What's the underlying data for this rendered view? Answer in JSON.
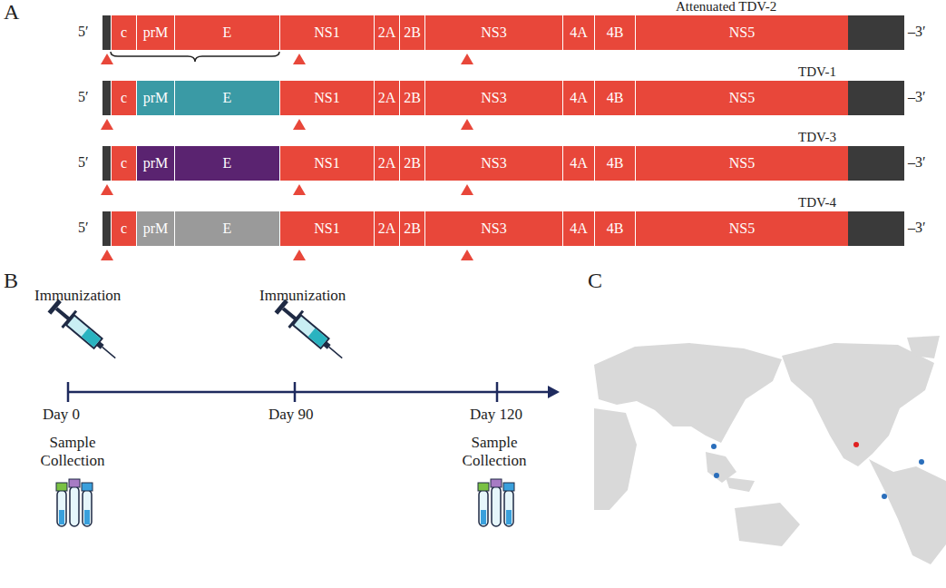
{
  "diagram": {
    "nodes": [
      {
        "text": [
          "Attenuated TDV-2"
        ]
      },
      {
        "text": [
          "c"
        ],
        "in": 0
      },
      {
        "text": [
          "prM"
        ],
        "in": 0
      },
      {
        "text": [
          "E"
        ],
        "in": 0
      },
      {
        "text": [
          "NS1"
        ],
        "in": 0
      },
      {
        "text": [
          "2A"
        ],
        "in": 0
      },
      {
        "text": [
          "2B"
        ],
        "in": 0
      },
      {
        "text": [
          "NS3"
        ],
        "in": 0
      },
      {
        "text": [
          "4A"
        ],
        "in": 0
      },
      {
        "text": [
          "4B"
        ],
        "in": 0
      },
      {
        "text": [
          "NS5"
        ],
        "in": 0
      },
      {
        "text": [
          "TDV-1"
        ]
      },
      {
        "text": [
          "c"
        ],
        "in": 11
      },
      {
        "text": [
          "prM"
        ],
        "in": 11
      },
      {
        "text": [
          "E"
        ],
        "in": 11
      },
      {
        "text": [
          "NS1"
        ],
        "in": 11
      },
      {
        "text": [
          "2A"
        ],
        "in": 11
      },
      {
        "text": [
          "2B"
        ],
        "in": 11
      },
      {
        "text": [
          "NS3"
        ],
        "in": 11
      },
      {
        "text": [
          "4A"
        ],
        "in": 11
      },
      {
        "text": [
          "4B"
        ],
        "in": 11
      },
      {
        "text": [
          "NS5"
        ],
        "in": 11
      },
      {
        "text": [
          "TDV-3"
        ]
      },
      {
        "text": [
          "c"
        ],
        "in": 22
      },
      {
        "text": [
          "prM"
        ],
        "in": 22
      },
      {
        "text": [
          "E"
        ],
        "in": 22
      },
      {
        "text": [
          "NS1"
        ],
        "in": 22
      },
      {
        "text": [
          "2A"
        ],
        "in": 22
      },
      {
        "text": [
          "2B"
        ],
        "in": 22
      },
      {
        "text": [
          "NS3"
        ],
        "in": 22
      },
      {
        "text": [
          "4A"
        ],
        "in": 22
      },
      {
        "text": [
          "4B"
        ],
        "in": 22
      },
      {
        "text": [
          "NS5"
        ],
        "in": 22
      },
      {
        "text": [
          "TDV-4"
        ]
      },
      {
        "text": [
          "c"
        ],
        "in": 33
      },
      {
        "text": [
          "prM"
        ],
        "in": 33
      },
      {
        "text": [
          "E"
        ],
        "in": 33
      },
      {
        "text": [
          "NS1"
        ],
        "in": 33
      },
      {
        "text": [
          "2A"
        ],
        "in": 33
      },
      {
        "text": [
          "2B"
        ],
        "in": 33
      },
      {
        "text": [
          "NS3"
        ],
        "in": 33
      },
      {
        "text": [
          "4A"
        ],
        "in": 33
      },
      {
        "text": [
          "4B"
        ],
        "in": 33
      },
      {
        "text": [
          "NS5"
        ],
        "in": 33
      }
    ],
    "labels": [
      "A",
      "5′",
      "–3′",
      "5′",
      "–3′",
      "5′",
      "–3′",
      "5′",
      "–3′",
      "B",
      "Immunization",
      "Immunization",
      "Day 0",
      "Day 90",
      "Day 120",
      "Sample Collection",
      "Sample Collection",
      "C"
    ]
  }
}
